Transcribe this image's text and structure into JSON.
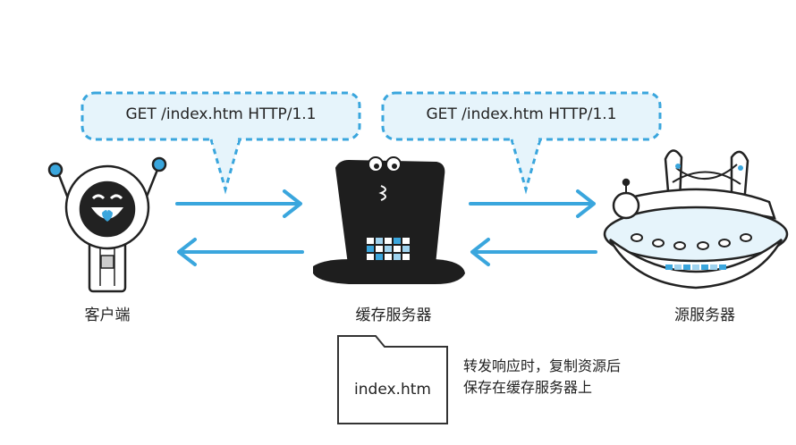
{
  "bubbles": {
    "left": "GET /index.htm HTTP/1.1",
    "right": "GET /index.htm HTTP/1.1"
  },
  "nodes": {
    "client": "客户端",
    "cache": "缓存服务器",
    "origin": "源服务器"
  },
  "file": {
    "name": "index.htm"
  },
  "note": {
    "line1": "转发响应时，复制资源后",
    "line2": "保存在缓存服务器上"
  },
  "colors": {
    "accent": "#3aa6dd",
    "bubble_fill": "#e6f4fb",
    "ink": "#222222"
  },
  "icons": {
    "client": "robot-client-icon",
    "cache": "top-hat-cache-icon",
    "origin": "ufo-origin-server-icon",
    "file": "document-file-icon"
  }
}
